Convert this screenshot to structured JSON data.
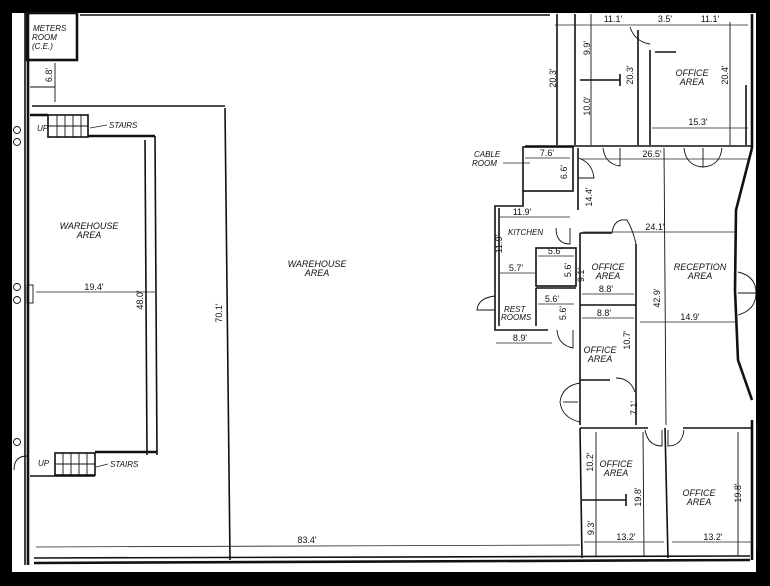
{
  "plan": {
    "frame_color": "#000000",
    "paper_color": "#ffffff",
    "ink_color": "#111111",
    "rooms": {
      "meters_room": [
        "METERS",
        "ROOM",
        "(C.E.)"
      ],
      "stairs_top": "STAIRS",
      "stairs_bottom": "STAIRS",
      "up_top": "UP",
      "up_bottom": "UP",
      "warehouse_left": [
        "WAREHOUSE",
        "AREA"
      ],
      "warehouse_main": [
        "WAREHOUSE",
        "AREA"
      ],
      "cable_room": [
        "CABLE",
        "ROOM"
      ],
      "kitchen": "KITCHEN",
      "rest_rooms": [
        "REST",
        "ROOMS"
      ],
      "office_top_right": [
        "OFFICE",
        "AREA"
      ],
      "office_mid": [
        "OFFICE",
        "AREA"
      ],
      "office_lower_mid": [
        "OFFICE",
        "AREA"
      ],
      "reception": [
        "RECEPTION",
        "AREA"
      ],
      "office_bottom_left": [
        "OFFICE",
        "AREA"
      ],
      "office_bottom_right": [
        "OFFICE",
        "AREA"
      ]
    },
    "dimensions": {
      "meters_depth": "6.8'",
      "top_11_1_a": "11.1'",
      "top_3_5": "3.5'",
      "top_11_1_b": "11.1'",
      "top_20_3_left": "20.3'",
      "top_9_9": "9.9'",
      "top_10_0": "10.0'",
      "top_20_3_mid": "20.3'",
      "top_office_20_4": "20.4'",
      "top_office_15_3": "15.3'",
      "cable_7_6": "7.6'",
      "cable_6_6": "6.6'",
      "corridor_26_5": "26.5'",
      "corridor_14_4": "14.4'",
      "kitchen_11_9_w": "11.9'",
      "kitchen_11_9_h": "11.9'",
      "kitchen_5_7": "5.7'",
      "rest_5_6_a": "5.6'",
      "rest_5_6_b": "5.6'",
      "rest_5_6_c": "5.6'",
      "rest_5_6_d": "5.6'",
      "rest_8_9": "8.9'",
      "office_mid_9_1": "9.1'",
      "office_mid_8_8": "8.8'",
      "office_low_8_8": "8.8'",
      "office_low_10_7": "10.7'",
      "reception_24_1": "24.1'",
      "reception_42_9": "42.9'",
      "reception_14_9": "14.9'",
      "vest_7_1": "7.1'",
      "bottom_10_2": "10.2'",
      "bottom_19_8_a": "19.8'",
      "bottom_9_3": "9.3'",
      "bottom_13_2_a": "13.2'",
      "bottom_19_8_b": "19.8'",
      "bottom_13_2_b": "13.2'",
      "warehouse_19_4": "19.4'",
      "warehouse_48_0": "48.0'",
      "warehouse_70_1": "70.1'",
      "warehouse_83_4": "83.4'"
    }
  }
}
